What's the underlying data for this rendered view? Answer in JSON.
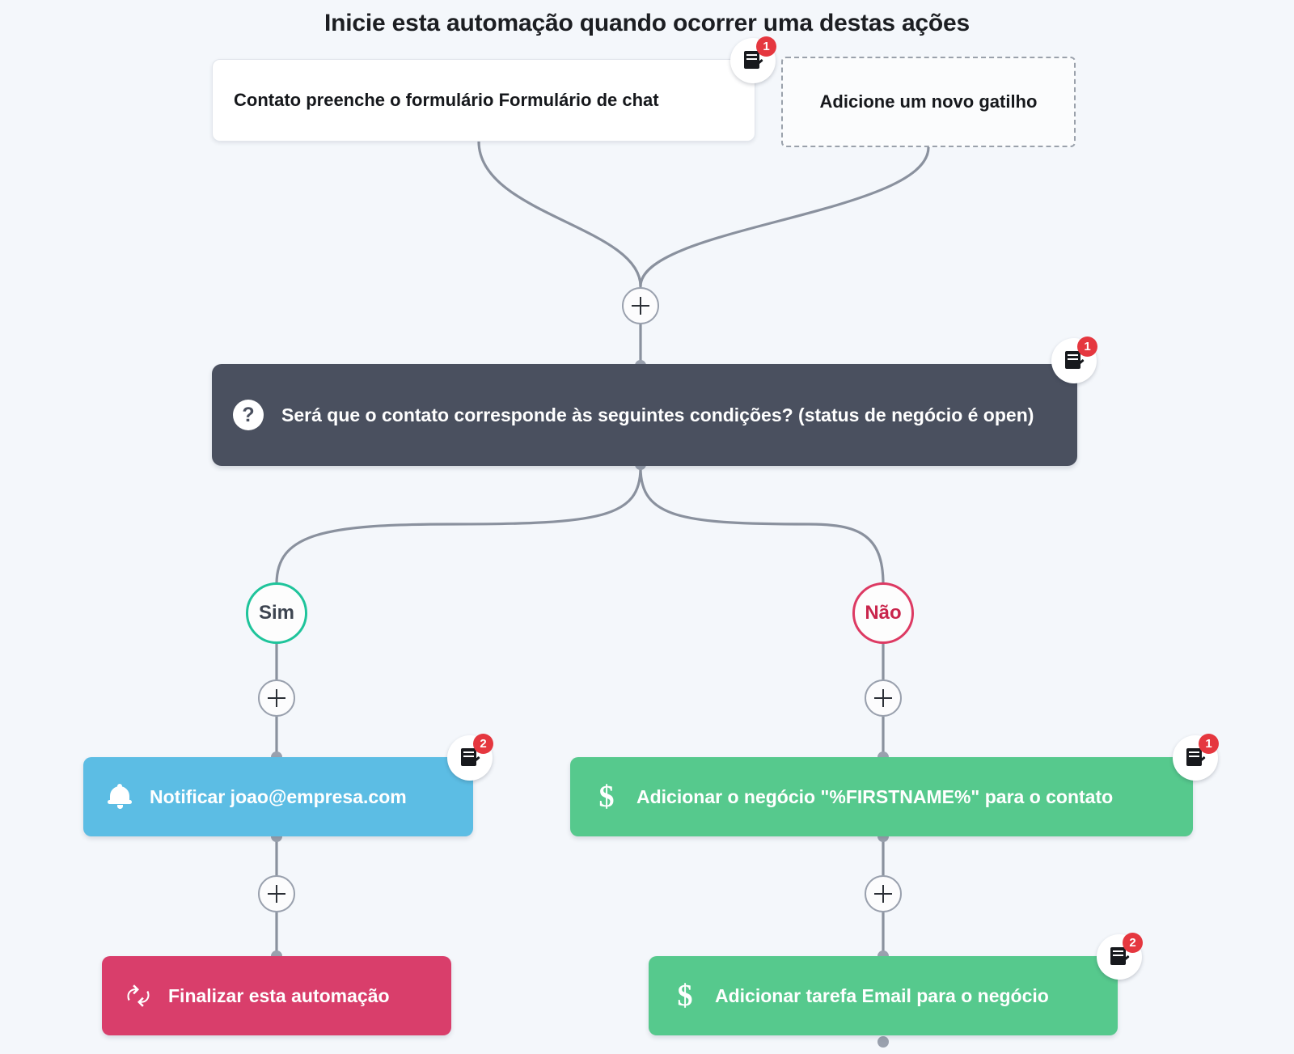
{
  "page": {
    "title": "Inicie esta automação quando ocorrer uma destas ações",
    "background": "#f4f7fb"
  },
  "triggers": [
    {
      "id": "trigger-form",
      "label": "Contato preenche o formulário Formulário de chat",
      "style": "solid",
      "badge": {
        "icon": "note-edit-icon",
        "count": "1"
      }
    },
    {
      "id": "trigger-add",
      "label": "Adicione um novo gatilho",
      "style": "dashed",
      "badge": null
    }
  ],
  "condition": {
    "id": "condition-deal-status",
    "icon": "question-mark-icon",
    "icon_glyph": "?",
    "label": "Será que o contato corresponde às seguintes condições? (status de negócio é open)",
    "color": "#4a505f",
    "badge": {
      "icon": "note-edit-icon",
      "count": "1"
    }
  },
  "branches": [
    {
      "id": "branch-yes",
      "label": "Sim",
      "color": "#1fc49b"
    },
    {
      "id": "branch-no",
      "label": "Não",
      "color": "#dd3a63"
    }
  ],
  "actions": [
    {
      "id": "action-notify",
      "branch": "Sim",
      "label": "Notificar joao@empresa.com",
      "icon": "bell-icon",
      "color": "#5cbde4",
      "badge": {
        "icon": "note-edit-icon",
        "count": "2"
      }
    },
    {
      "id": "action-add-deal",
      "branch": "Não",
      "label": "Adicionar o negócio \"%FIRSTNAME%\" para o contato",
      "icon": "dollar-icon",
      "icon_glyph": "$",
      "color": "#56c98d",
      "badge": {
        "icon": "note-edit-icon",
        "count": "1"
      }
    },
    {
      "id": "action-end-automation",
      "branch": "Sim",
      "label": "Finalizar esta automação",
      "icon": "refresh-arrows-icon",
      "color": "#d93e6b",
      "badge": null
    },
    {
      "id": "action-add-task",
      "branch": "Não",
      "label": "Adicionar tarefa Email para o negócio",
      "icon": "dollar-icon",
      "icon_glyph": "$",
      "color": "#56c98d",
      "badge": {
        "icon": "note-edit-icon",
        "count": "2"
      }
    }
  ],
  "add_buttons": [
    {
      "id": "add-step-after-triggers",
      "glyph": "+"
    },
    {
      "id": "add-step-yes-1",
      "glyph": "+"
    },
    {
      "id": "add-step-no-1",
      "glyph": "+"
    },
    {
      "id": "add-step-yes-2",
      "glyph": "+"
    },
    {
      "id": "add-step-no-2",
      "glyph": "+"
    }
  ]
}
